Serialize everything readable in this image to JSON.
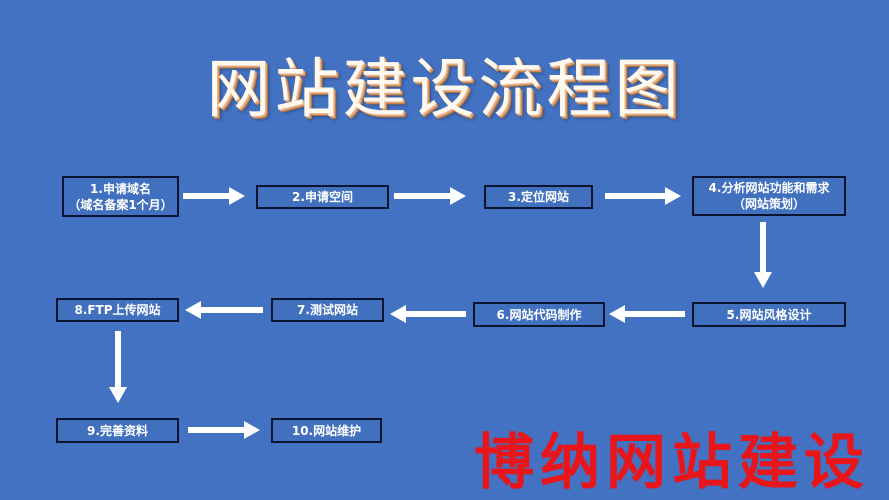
{
  "title": "网站建设流程图",
  "steps": [
    {
      "line1": "1.申请域名",
      "line2": "（域名备案1个月）"
    },
    {
      "line1": "2.申请空间"
    },
    {
      "line1": "3.定位网站"
    },
    {
      "line1": "4.分析网站功能和需求",
      "line2": "（网站策划）"
    },
    {
      "line1": "5.网站风格设计"
    },
    {
      "line1": "6.网站代码制作"
    },
    {
      "line1": "7.测试网站"
    },
    {
      "line1": "8.FTP上传网站"
    },
    {
      "line1": "9.完善资料"
    },
    {
      "line1": "10.网站维护"
    }
  ],
  "watermark": "博纳网站建设"
}
